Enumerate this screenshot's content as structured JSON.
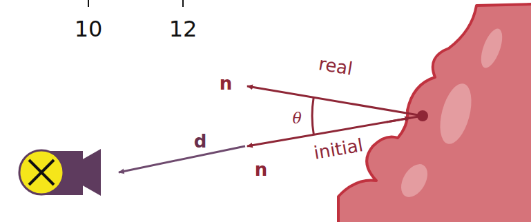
{
  "diagram": {
    "labels": [
      "10",
      "12",
      "n",
      "real",
      "θ",
      "d",
      "n",
      "initial"
    ]
  }
}
